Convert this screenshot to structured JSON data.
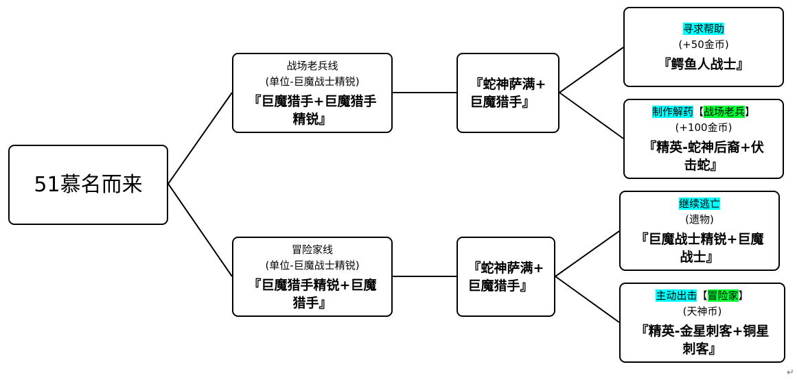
{
  "root": {
    "label": "51慕名而来"
  },
  "upper": {
    "title": "战场老兵线",
    "sub": "(单位-巨魔战士精锐)",
    "combo_line1": "『巨魔猎手+巨魔猎手",
    "combo_line2": "精锐』",
    "mid_line1": "『蛇神萨满+",
    "mid_line2": "巨魔猎手』",
    "leaves": [
      {
        "title": "寻求帮助",
        "reward": "(+50金币)",
        "combo_line1": "『鳄鱼人战士』",
        "combo_line2": ""
      },
      {
        "title": "制作解药",
        "title_bracket_open": "【",
        "title_tag": "战场老兵",
        "title_bracket_close": "】",
        "reward": "(+100金币)",
        "combo_line1": "『精英-蛇神后裔+伏",
        "combo_line2": "击蛇』"
      }
    ]
  },
  "lower": {
    "title": "冒险家线",
    "sub": "(单位-巨魔战士精锐)",
    "combo_line1": "『巨魔猎手精锐+巨魔",
    "combo_line2": "猎手』",
    "mid_line1": "『蛇神萨满+",
    "mid_line2": "巨魔猎手』",
    "leaves": [
      {
        "title": "继续逃亡",
        "reward": "(遗物)",
        "combo_line1": "『巨魔战士精锐+巨魔",
        "combo_line2": "战士』"
      },
      {
        "title": "主动出击",
        "title_bracket_open": "【",
        "title_tag": "冒险家",
        "title_bracket_close": "】",
        "reward": "(天神币)",
        "combo_line1": "『精英-金星刺客+铜星",
        "combo_line2": "刺客』"
      }
    ]
  },
  "colors": {
    "highlight_cyan": "#00ffff",
    "highlight_green": "#00ff33",
    "line": "#000000"
  },
  "paragraph_mark": "↵"
}
